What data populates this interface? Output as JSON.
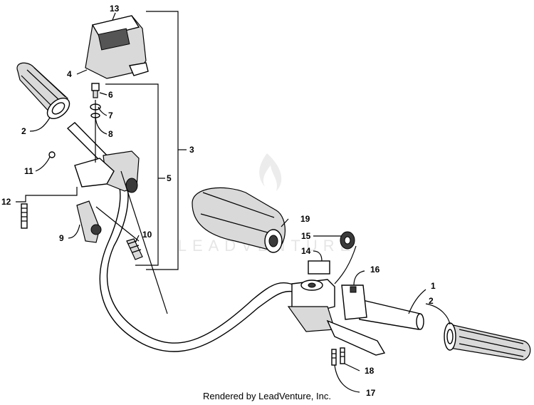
{
  "callouts": {
    "c1": "1",
    "c2a": "2",
    "c2b": "2",
    "c3": "3",
    "c4": "4",
    "c5": "5",
    "c6": "6",
    "c7": "7",
    "c8": "8",
    "c9": "9",
    "c10": "10",
    "c11": "11",
    "c12": "12",
    "c13": "13",
    "c14": "14",
    "c15": "15",
    "c16": "16",
    "c17": "17",
    "c18": "18",
    "c19": "19"
  },
  "watermark": "LEADVENTURE",
  "footer": "Rendered by LeadVenture, Inc.",
  "icons": {
    "watermark": "flame-logo-icon"
  }
}
